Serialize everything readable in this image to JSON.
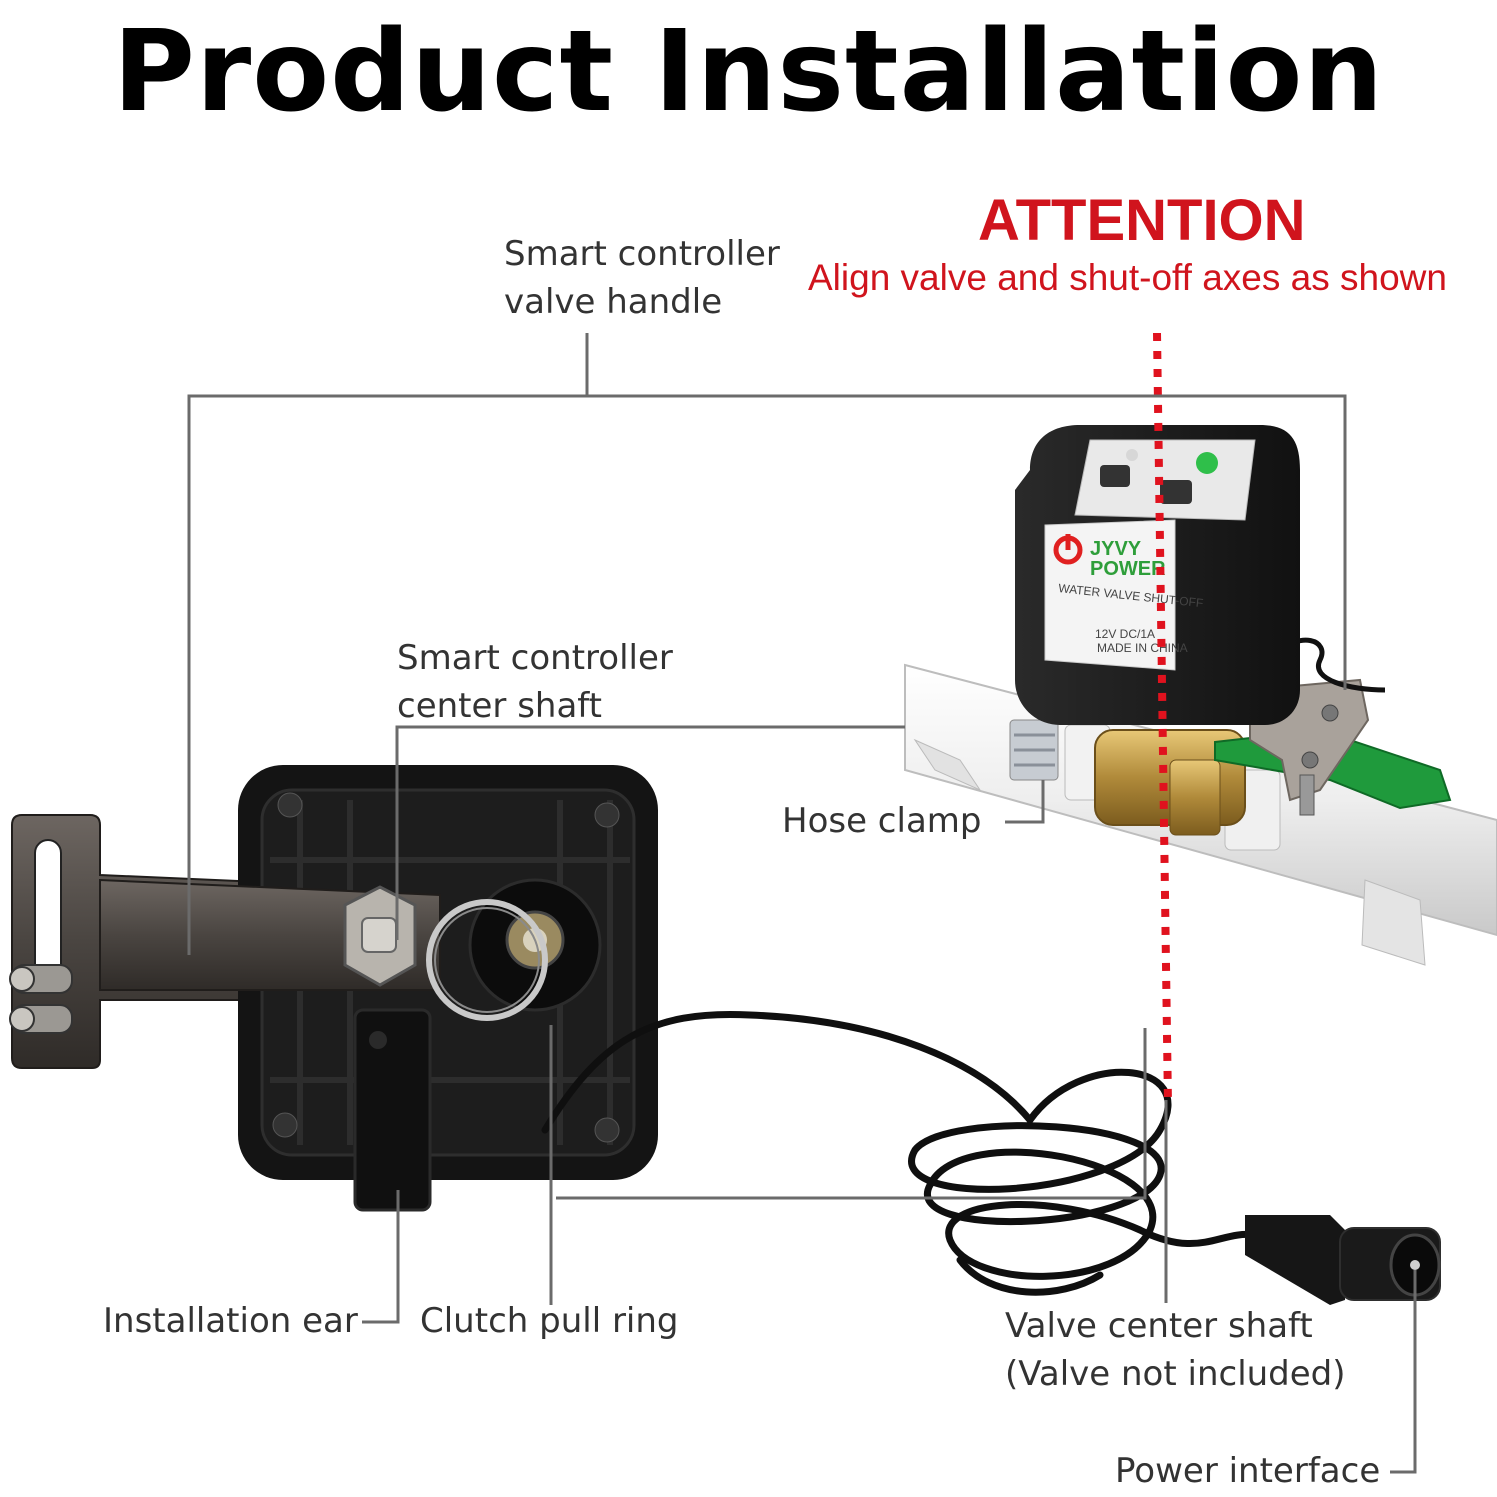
{
  "title": "Product Installation",
  "attention": {
    "heading": "ATTENTION",
    "note": "Align valve and shut-off axes as shown"
  },
  "labels": {
    "valve_handle": [
      "Smart controller",
      "valve handle"
    ],
    "center_shaft": [
      "Smart controller",
      "center shaft"
    ],
    "hose_clamp": "Hose clamp",
    "installation_ear": "Installation ear",
    "clutch_pull_ring": "Clutch pull ring",
    "valve_center_shaft": [
      "Valve center shaft",
      "(Valve not included)"
    ],
    "power_interface": "Power interface"
  },
  "device": {
    "brand_line1": "JYVY",
    "brand_line2": "POWER",
    "product": "WATER VALVE SHUT-OFF",
    "rating": "12V DC/1A",
    "origin": "MADE IN CHINA"
  },
  "colors": {
    "attention": "#d0141d",
    "leader": "#6b6b6b",
    "power_icon": "#e02020",
    "brand": "#2e9e3a",
    "lever": "#1f9a3c",
    "brass": "#b08a3a"
  }
}
